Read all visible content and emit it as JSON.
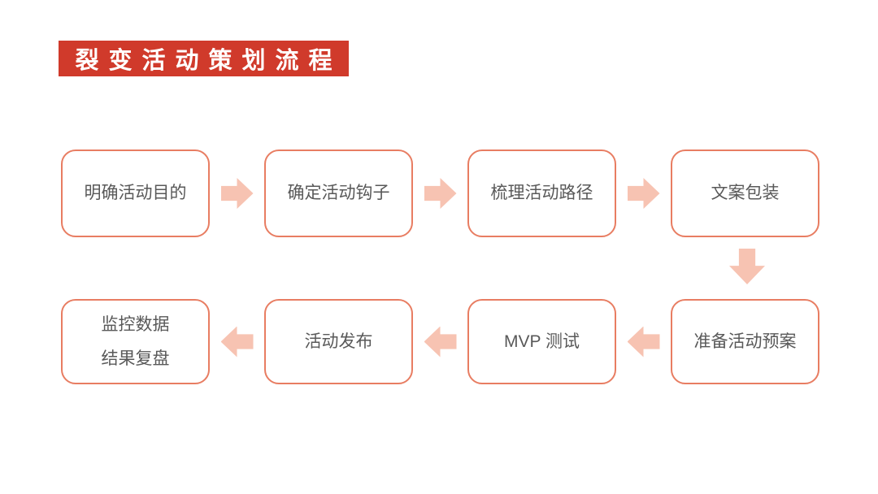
{
  "page": {
    "title": "裂变活动策划流程"
  },
  "colors": {
    "banner_red": "#D03A2B",
    "banner_text": "#FFFFFF",
    "box_border": "#E87D62",
    "box_text": "#595959",
    "arrow_fill": "#F7C3B2",
    "background": "#FFFFFF"
  },
  "flow": {
    "steps": [
      {
        "id": "step-1",
        "lines": [
          "明确活动目的"
        ]
      },
      {
        "id": "step-2",
        "lines": [
          "确定活动钩子"
        ]
      },
      {
        "id": "step-3",
        "lines": [
          "梳理活动路径"
        ]
      },
      {
        "id": "step-4",
        "lines": [
          "文案包装"
        ]
      },
      {
        "id": "step-5",
        "lines": [
          "准备活动预案"
        ]
      },
      {
        "id": "step-6",
        "lines": [
          "MVP 测试"
        ]
      },
      {
        "id": "step-7",
        "lines": [
          "活动发布"
        ]
      },
      {
        "id": "step-8",
        "lines": [
          "监控数据",
          "结果复盘"
        ]
      }
    ],
    "connections": [
      {
        "from": "step-1",
        "to": "step-2",
        "direction": "right"
      },
      {
        "from": "step-2",
        "to": "step-3",
        "direction": "right"
      },
      {
        "from": "step-3",
        "to": "step-4",
        "direction": "right"
      },
      {
        "from": "step-4",
        "to": "step-5",
        "direction": "down"
      },
      {
        "from": "step-5",
        "to": "step-6",
        "direction": "left"
      },
      {
        "from": "step-6",
        "to": "step-7",
        "direction": "left"
      },
      {
        "from": "step-7",
        "to": "step-8",
        "direction": "left"
      }
    ]
  }
}
